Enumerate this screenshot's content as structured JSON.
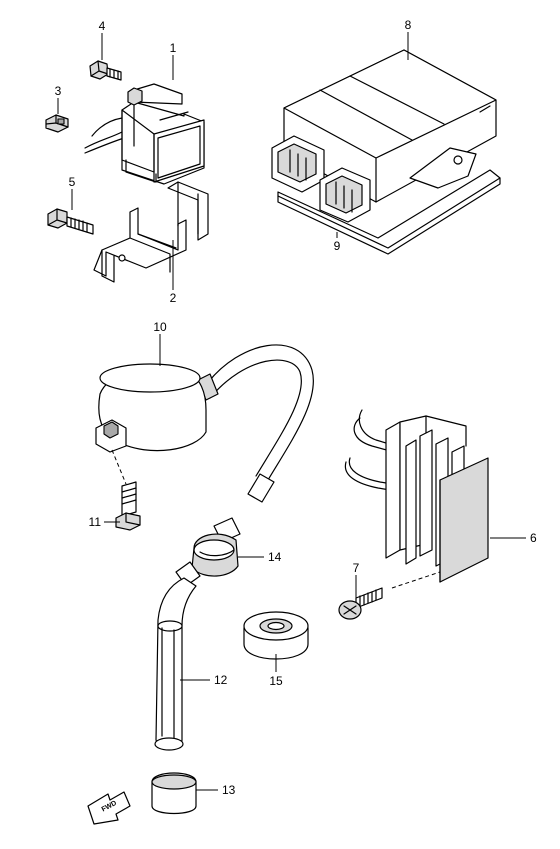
{
  "callouts": {
    "c1": "1",
    "c2": "2",
    "c3": "3",
    "c4": "4",
    "c5": "5",
    "c6": "6",
    "c7": "7",
    "c8": "8",
    "c9": "9",
    "c10": "10",
    "c11": "11",
    "c12": "12",
    "c13": "13",
    "c14": "14",
    "c15": "15"
  },
  "fwd_indicator": {
    "label": "FWD"
  }
}
